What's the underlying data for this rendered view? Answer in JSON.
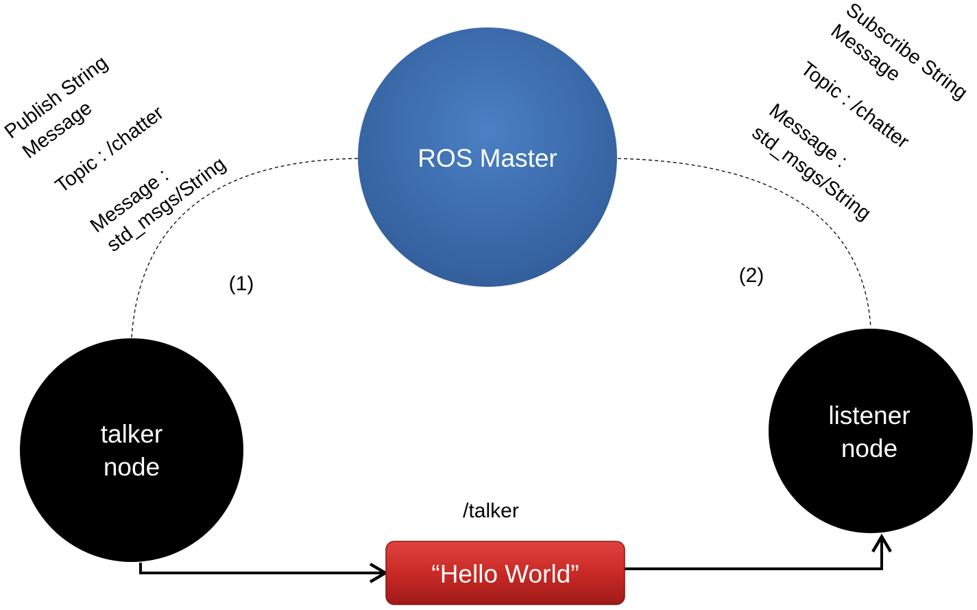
{
  "colors": {
    "master_fill": "#3f72b5",
    "node_fill": "#000000",
    "message_fill": "#cc2b28",
    "line": "#000000"
  },
  "master": {
    "label": "ROS Master"
  },
  "talker": {
    "line1": "talker",
    "line2": "node"
  },
  "listener": {
    "line1": "listener",
    "line2": "node"
  },
  "left_labels": {
    "step": "(1)",
    "action_line1": "Publish String",
    "action_line2": "Message",
    "topic": "Topic : /chatter",
    "message_line1": "Message :",
    "message_line2": "std_msgs/String"
  },
  "right_labels": {
    "step": "(2)",
    "action_line1": "Subscribe String",
    "action_line2": "Message",
    "topic": "Topic : /chatter",
    "message_line1": "Message :",
    "message_line2": "std_msgs/String"
  },
  "message_box": {
    "label": "“Hello World”",
    "topic_label": "/talker"
  }
}
